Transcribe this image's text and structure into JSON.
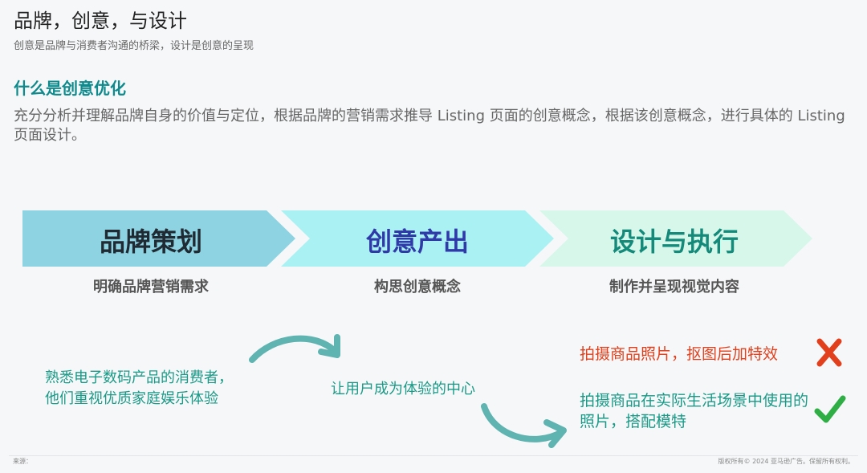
{
  "header": {
    "title": "品牌，创意，与设计",
    "subtitle": "创意是品牌与消费者沟通的桥梁，设计是创意的呈现"
  },
  "section": {
    "title": "什么是创意优化",
    "body": "充分分析并理解品牌自身的价值与定位，根据品牌的营销需求推导 Listing 页面的创意概念，根据该创意概念，进行具体的 Listing 页面设计。"
  },
  "steps": [
    {
      "label": "品牌策划",
      "sub": "明确品牌营销需求",
      "fill": "#8ed3e2",
      "text_color": "#1f2a33"
    },
    {
      "label": "创意产出",
      "sub": "构思创意概念",
      "fill": "#a9f1f3",
      "text_color": "#2f3aa8"
    },
    {
      "label": "设计与执行",
      "sub": "制作并呈现视觉内容",
      "fill": "#d6f7ea",
      "text_color": "#138a7a"
    }
  ],
  "bottom": {
    "left_text": "熟悉电子数码产品的消费者，他们重视优质家庭娱乐体验",
    "left_line1": "熟悉电子数码产品的消费者，",
    "left_line2": "他们重视优质家庭娱乐体验",
    "center_text": "让用户成为体验的中心",
    "bad_text": "拍摄商品照片，抠图后加特效",
    "good_text": "拍摄商品在实际生活场景中使用的照片，搭配模特"
  },
  "icons": {
    "arrow_color": "#5fb3b0",
    "cross_color": "#e2401c",
    "check_color": "#2fae45",
    "arrow_up": "curved-arrow-icon",
    "arrow_down": "curved-arrow-icon",
    "cross": "cross-icon",
    "check": "check-icon"
  },
  "footer": {
    "left": "来源：",
    "right": "版权所有© 2024 亚马逊广告。保留所有权利。"
  }
}
